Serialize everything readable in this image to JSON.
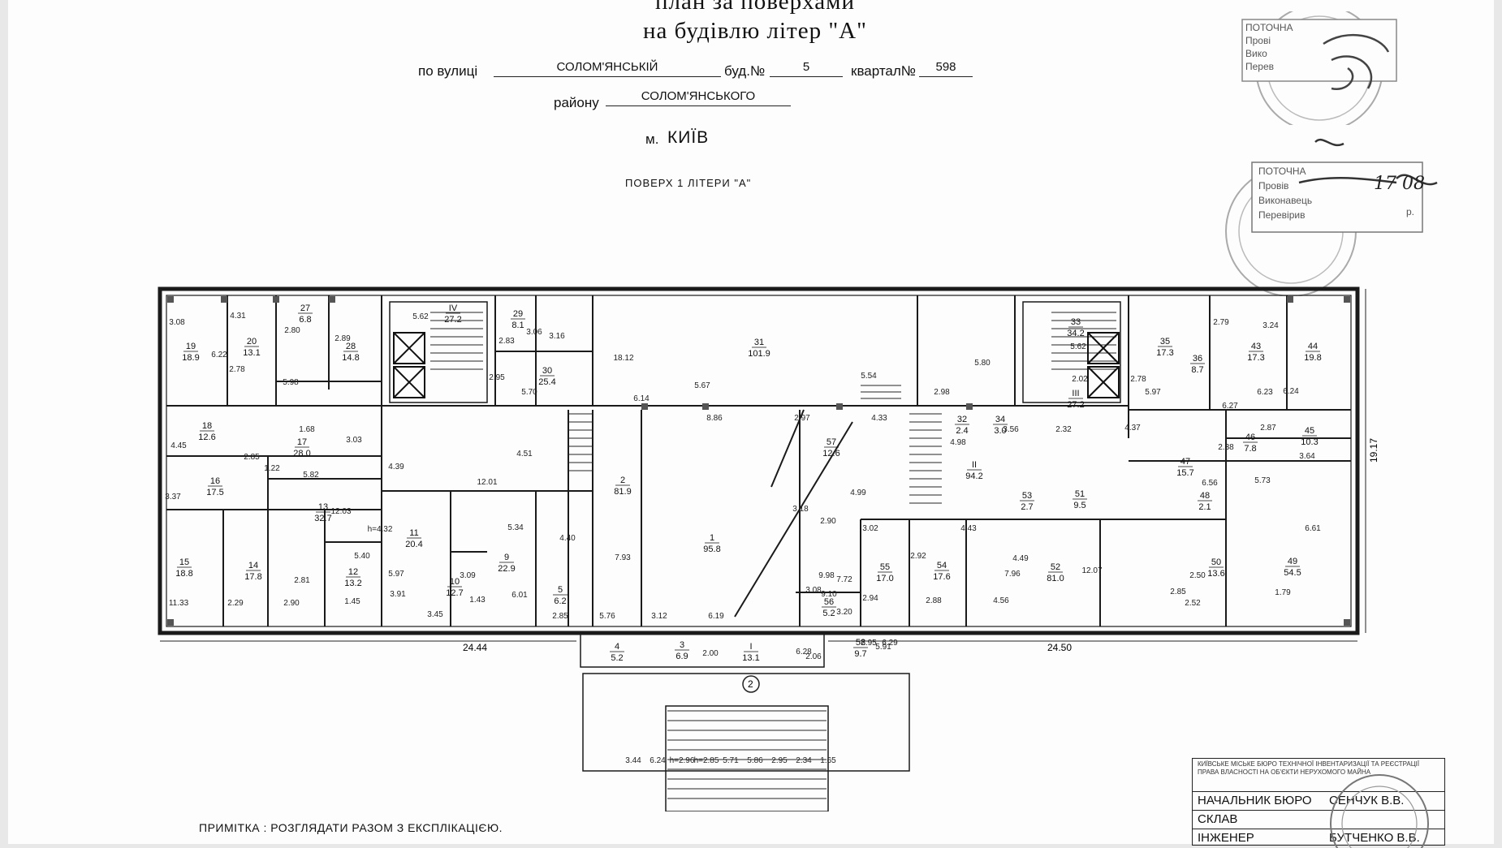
{
  "document": {
    "title_line1": "план за поверхами",
    "title_line2": "на будівлю літер \"А\"",
    "street_label": "по вулиці",
    "street_value": "СОЛОМ'ЯНСЬКІЙ",
    "building_label": "буд.№",
    "building_value": "5",
    "block_label": "квартал№",
    "block_value": "598",
    "district_label": "району",
    "district_value": "СОЛОМ'ЯНСЬКОГО",
    "city_prefix": "м.",
    "city": "КИЇВ",
    "floor_caption": "ПОВЕРХ 1 ЛІТЕРИ \"А\"",
    "note": "ПРИМІТКА : РОЗГЛЯДАТИ РАЗОМ З ЕКСПЛІКАЦІЄЮ."
  },
  "stamps": {
    "stamp1_lines": [
      "ПОТОЧНА",
      "Прові",
      "Вико",
      "Перев"
    ],
    "stamp2_lines": [
      "ПОТОЧНА",
      "Провів",
      "Виконавець",
      "Перевірив"
    ],
    "stamp2_date": "17 08",
    "stamp2_suffix": "р."
  },
  "title_block": {
    "org_line": "КИЇВСЬКЕ МІСЬКЕ БЮРО ТЕХНІЧНОЇ ІНВЕНТАРИЗАЦІЇ ТА РЕЄСТРАЦІЇ ПРАВА ВЛАСНОСТІ НА ОБ'ЄКТИ НЕРУХОМОГО МАЙНА",
    "rows": [
      {
        "role": "НАЧАЛЬНИК БЮРО",
        "name": "СЕНЧУК В.В."
      },
      {
        "role": "СКЛАВ",
        "name": ""
      },
      {
        "role": "ІНЖЕНЕР",
        "name": "БУТЧЕНКО В.В."
      }
    ]
  },
  "plan": {
    "overall_left": "24.44",
    "overall_right": "24.50",
    "height_right": "19.17",
    "axis_mark": "2",
    "rooms": [
      {
        "no": "19",
        "area": "18.9"
      },
      {
        "no": "20",
        "area": "13.1"
      },
      {
        "no": "27",
        "area": "6.8"
      },
      {
        "no": "28",
        "area": "14.8"
      },
      {
        "no": "IV",
        "area": "27.2"
      },
      {
        "no": "29",
        "area": "8.1"
      },
      {
        "no": "30",
        "area": "25.4"
      },
      {
        "no": "31",
        "area": "101.9"
      },
      {
        "no": "33",
        "area": "34.2"
      },
      {
        "no": "III",
        "area": "27.2"
      },
      {
        "no": "35",
        "area": "17.3"
      },
      {
        "no": "36",
        "area": "8.7"
      },
      {
        "no": "43",
        "area": "17.3"
      },
      {
        "no": "44",
        "area": "19.8"
      },
      {
        "no": "18",
        "area": "12.6"
      },
      {
        "no": "17",
        "area": "28.0"
      },
      {
        "no": "16",
        "area": "17.5"
      },
      {
        "no": "13",
        "area": "32.7"
      },
      {
        "no": "2",
        "area": "81.9"
      },
      {
        "no": "1",
        "area": "95.8"
      },
      {
        "no": "57",
        "area": "12.6"
      },
      {
        "no": "II",
        "area": "94.2"
      },
      {
        "no": "47",
        "area": "15.7"
      },
      {
        "no": "45",
        "area": "10.3"
      },
      {
        "no": "46",
        "area": "7.8"
      },
      {
        "no": "15",
        "area": "18.8"
      },
      {
        "no": "14",
        "area": "17.8"
      },
      {
        "no": "12",
        "area": "13.2"
      },
      {
        "no": "11",
        "area": "20.4"
      },
      {
        "no": "10",
        "area": "12.7"
      },
      {
        "no": "9",
        "area": "22.9"
      },
      {
        "no": "55",
        "area": "17.0"
      },
      {
        "no": "56",
        "area": "5.2"
      },
      {
        "no": "54",
        "area": "17.6"
      },
      {
        "no": "52",
        "area": "81.0"
      },
      {
        "no": "49",
        "area": "54.5"
      },
      {
        "no": "50",
        "area": "13.6"
      },
      {
        "no": "32",
        "area": "2.4"
      },
      {
        "no": "34",
        "area": "3.0"
      },
      {
        "no": "53",
        "area": "2.7"
      },
      {
        "no": "51",
        "area": "9.5"
      },
      {
        "no": "48",
        "area": "2.1"
      },
      {
        "no": "5",
        "area": "6.2"
      },
      {
        "no": "4",
        "area": "5.2"
      },
      {
        "no": "3",
        "area": "6.9"
      },
      {
        "no": "I",
        "area": "13.1"
      },
      {
        "no": "58",
        "area": "9.7"
      }
    ],
    "dims": [
      "3.08",
      "4.31",
      "2.80",
      "2.89",
      "5.62",
      "2.83",
      "3.06",
      "3.16",
      "18.12",
      "5.67",
      "5.80",
      "5.62",
      "2.78",
      "2.79",
      "3.24",
      "6.22",
      "2.78",
      "5.98",
      "2.95",
      "5.70",
      "6.14",
      "5.54",
      "2.98",
      "5.97",
      "6.27",
      "6.24",
      "6.23",
      "4.45",
      "2.85",
      "1.22",
      "4.39",
      "1.68",
      "3.03",
      "4.51",
      "12.01",
      "8.86",
      "2.97",
      "4.33",
      "4.98",
      "3.56",
      "2.32",
      "4.37",
      "2.38",
      "2.87",
      "3.64",
      "5.73",
      "6.56",
      "3.37",
      "5.82",
      "12.03",
      "h=4.32",
      "5.40",
      "5.34",
      "4.40",
      "5.97",
      "3.91",
      "1.45",
      "1.43",
      "3.09",
      "6.01",
      "7.93",
      "3.18",
      "3.08",
      "2.90",
      "7.72",
      "4.99",
      "3.02",
      "4.43",
      "2.92",
      "4.49",
      "7.96",
      "12.07",
      "6.61",
      "11.33",
      "2.29",
      "2.90",
      "2.81",
      "2.85",
      "5.76",
      "3.12",
      "6.19",
      "9.98",
      "9.10",
      "3.20",
      "2.94",
      "2.88",
      "4.56",
      "2.85",
      "2.52",
      "2.50",
      "1.79",
      "3.45",
      "2.02",
      "2.00",
      "2.06",
      "5.91",
      "6.28",
      "6.29",
      "2.95",
      "3.44",
      "6.24",
      "h=2.96",
      "h=2.85",
      "5.71",
      "5.86",
      "2.95",
      "2.34",
      "1.65"
    ]
  }
}
